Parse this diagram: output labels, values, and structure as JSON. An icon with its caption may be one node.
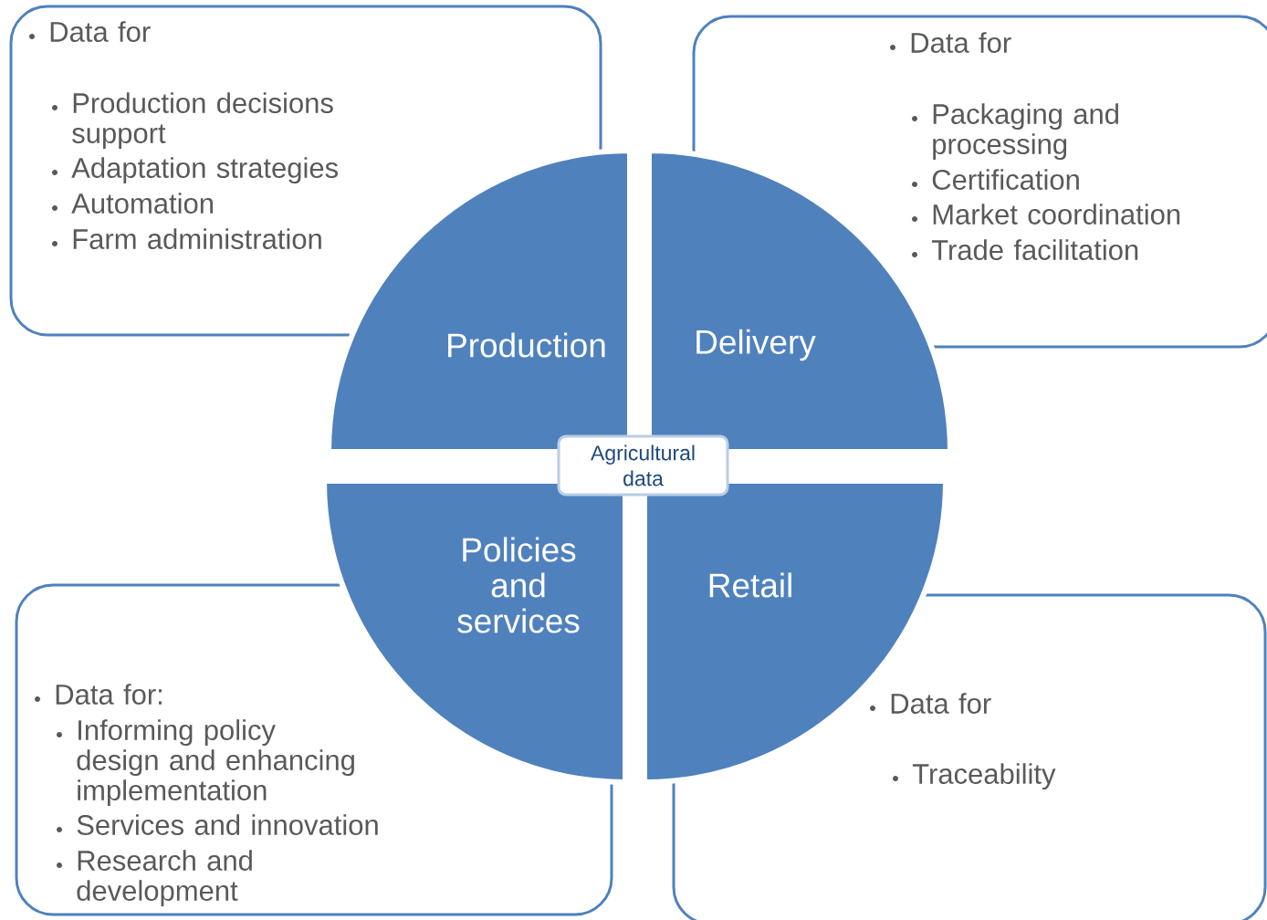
{
  "diagram": {
    "nodes": [
      {
        "text": [
          "Data for",
          "Production decisions support",
          "Adaptation strategies",
          "Automation",
          "Farm administration"
        ]
      },
      {
        "text": [
          "Production"
        ]
      },
      {
        "text": [
          "Delivery"
        ]
      },
      {
        "text": [
          "Data for",
          "Packaging and processing",
          "Certification",
          "Market coordination",
          "Trade facilitation"
        ]
      },
      {
        "text": [
          "Agricultural data"
        ]
      },
      {
        "text": [
          "Policies and services"
        ]
      },
      {
        "text": [
          "Retail"
        ]
      },
      {
        "text": [
          "Data for:",
          "Informing policy design and enhancing implementation",
          "Services and innovation",
          "Research and development"
        ]
      },
      {
        "text": [
          "Data for",
          "Traceability"
        ]
      }
    ]
  }
}
